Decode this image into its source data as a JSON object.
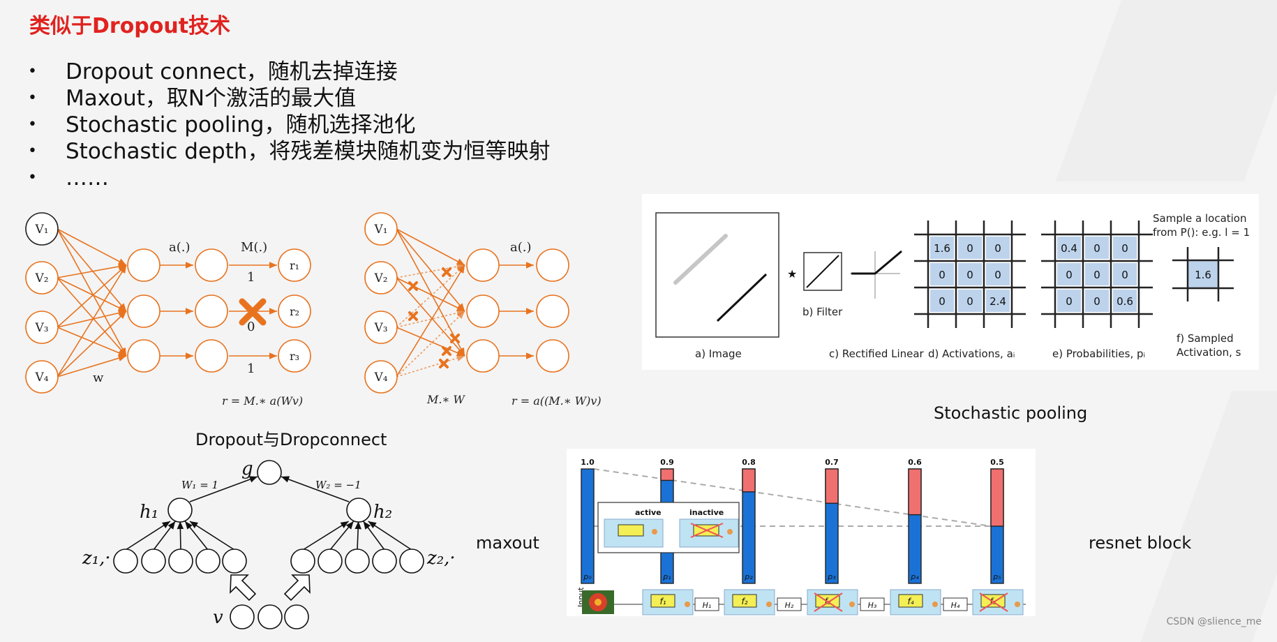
{
  "title": "类似于Dropout技术",
  "bullets": [
    "Dropout connect，随机去掉连接",
    "Maxout，取N个激活的最大值",
    "Stochastic pooling，随机选择池化",
    "Stochastic depth，将残差模块随机变为恒等映射",
    "……"
  ],
  "captions": {
    "dropout": "Dropout与Dropconnect",
    "stochastic_pooling": "Stochastic pooling",
    "maxout": "maxout",
    "resnet": "resnet block"
  },
  "watermark": "CSDN @slience_me",
  "dropout_fig": {
    "inputs": [
      "V₁",
      "V₂",
      "V₃",
      "V₄"
    ],
    "outputs": [
      "r₁",
      "r₂",
      "r₃"
    ],
    "label_a": "a(.)",
    "label_m": "M(.)",
    "mask_values": [
      "1",
      "0",
      "1"
    ],
    "label_w": "w",
    "formula": "r = M.∗ a(Wv)"
  },
  "dropconnect_fig": {
    "inputs": [
      "V₁",
      "V₂",
      "V₃",
      "V₄"
    ],
    "label_a": "a(.)",
    "label_mw": "M.∗ W",
    "formula": "r = a((M.∗ W)v)"
  },
  "pooling_fig": {
    "labels": {
      "image": "a) Image",
      "filter": "b) Filter",
      "rectified": "c) Rectified Linear",
      "activations": "d) Activations, aᵢ",
      "probabilities": "e) Probabilities, pᵢ",
      "sample_line1": "Sample a location",
      "sample_line2": "from P(): e.g.  l = 1",
      "sampled_line1": "f) Sampled",
      "sampled_line2": "Activation, s",
      "star": "★"
    },
    "activations": [
      "1.6",
      "0",
      "0",
      "0",
      "0",
      "0",
      "0",
      "0",
      "2.4"
    ],
    "probabilities": [
      "0.4",
      "0",
      "0",
      "0",
      "0",
      "0",
      "0",
      "0",
      "0.6"
    ],
    "sampled": "1.6",
    "accent": "#bdd3ec"
  },
  "maxout_fig": {
    "g": "g",
    "h1": "h₁",
    "h2": "h₂",
    "w1": "W₁ = 1",
    "w2": "W₂ = −1",
    "z1": "z₁,·",
    "z2": "z₂,·",
    "v": "v"
  },
  "resnet_fig": {
    "survival": [
      "1.0",
      "0.9",
      "0.8",
      "0.7",
      "0.6",
      "0.5"
    ],
    "survival_values": [
      1.0,
      0.9,
      0.8,
      0.7,
      0.6,
      0.5
    ],
    "p_labels": [
      "p₀",
      "p₁",
      "p₂",
      "p₃",
      "p₄",
      "p₅"
    ],
    "f_labels": [
      "f₁",
      "f₂",
      "f₃",
      "f₄",
      "f₅"
    ],
    "h_labels": [
      "H₁",
      "H₂",
      "H₃",
      "H₄"
    ],
    "input_label": "Input",
    "active_label": "active",
    "inactive_label": "inactive",
    "bar_color": "#1a72d6",
    "drop_color": "#f07070"
  }
}
